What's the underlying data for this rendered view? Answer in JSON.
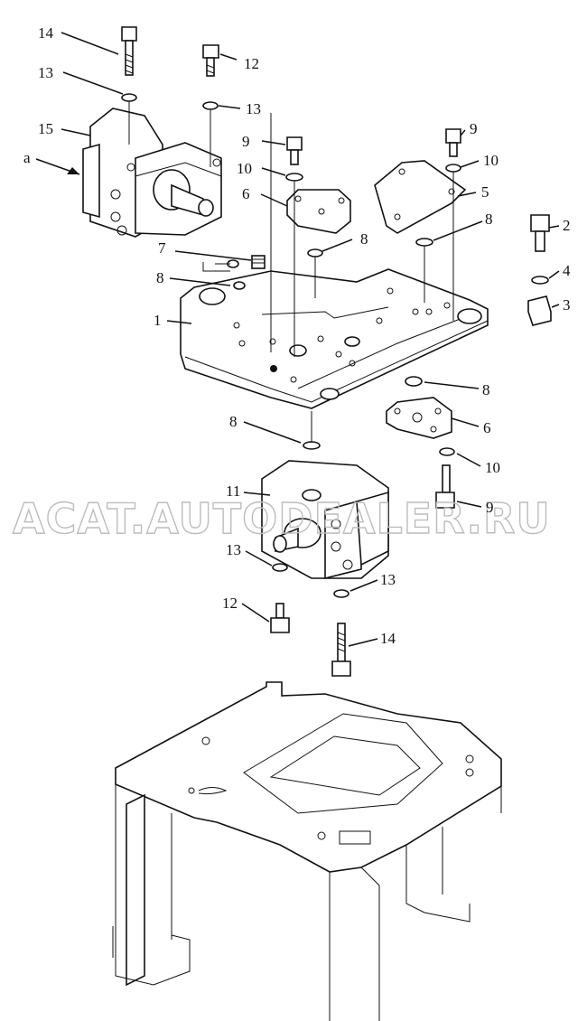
{
  "watermark": {
    "text": "ACAT.AUTODEALER.RU"
  },
  "callouts": [
    {
      "id": "c14-top",
      "label": "14"
    },
    {
      "id": "c12-top",
      "label": "12"
    },
    {
      "id": "c13-a",
      "label": "13"
    },
    {
      "id": "c13-b",
      "label": "13"
    },
    {
      "id": "c15",
      "label": "15"
    },
    {
      "id": "ca",
      "label": "a"
    },
    {
      "id": "c9-a",
      "label": "9"
    },
    {
      "id": "c9-b",
      "label": "9"
    },
    {
      "id": "c10-a",
      "label": "10"
    },
    {
      "id": "c10-b",
      "label": "10"
    },
    {
      "id": "c6-a",
      "label": "6"
    },
    {
      "id": "c5",
      "label": "5"
    },
    {
      "id": "c8-a",
      "label": "8"
    },
    {
      "id": "c8-b",
      "label": "8"
    },
    {
      "id": "c2",
      "label": "2"
    },
    {
      "id": "c7",
      "label": "7"
    },
    {
      "id": "c4",
      "label": "4"
    },
    {
      "id": "c8-c",
      "label": "8"
    },
    {
      "id": "c3",
      "label": "3"
    },
    {
      "id": "c1",
      "label": "1"
    },
    {
      "id": "c8-d",
      "label": "8"
    },
    {
      "id": "c6-b",
      "label": "6"
    },
    {
      "id": "c8-e",
      "label": "8"
    },
    {
      "id": "c10-c",
      "label": "10"
    },
    {
      "id": "c11",
      "label": "11"
    },
    {
      "id": "c9-c",
      "label": "9"
    },
    {
      "id": "c13-c",
      "label": "13"
    },
    {
      "id": "c13-d",
      "label": "13"
    },
    {
      "id": "c12-bot",
      "label": "12"
    },
    {
      "id": "c14-bot",
      "label": "14"
    }
  ]
}
